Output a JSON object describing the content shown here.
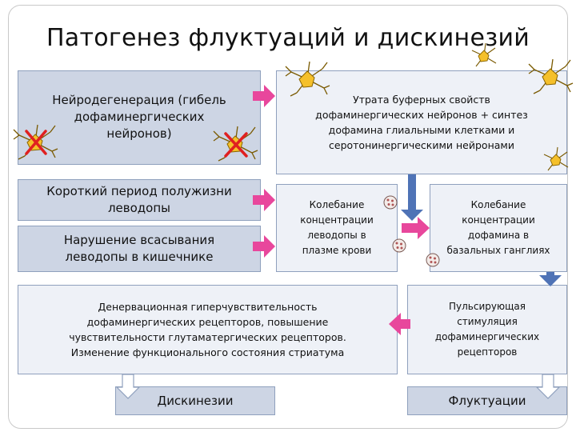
{
  "title": "Патогенез флуктуаций и дискинезий",
  "boxes": {
    "neurodegeneration": "Нейродегенерация (гибель\nдофаминергических\nнейронов)",
    "buffer_loss": "Утрата буферных свойств\nдофаминергических нейронов + синтез\nдофамина глиальными клетками и\nсеротонинергическими нейронами",
    "short_half_life": "Короткий период полужизни\nлеводопы",
    "absorption": "Нарушение всасывания\nлеводопы в кишечнике",
    "levodopa_fluct": "Колебание\nконцентрации\nлеводопы в\nплазме крови",
    "dopamine_fluct": "Колебание\nконцентрации\nдофамина в\nбазальных ганглиях",
    "denervation": "Денервационная гиперчувствительность\nдофаминергических рецепторов, повышение\nчувствительности глутаматергических рецепторов.\nИзменение функционального состояния стриатума",
    "pulsatile": "Пульсирующая\nстимуляция\nдофаминергических\nрецепторов",
    "dyskinesia": "Дискинезии",
    "fluctuations": "Флуктуации"
  },
  "colors": {
    "box_dark": "#cdd5e4",
    "box_light": "#eef1f7",
    "box_border": "#8fa0bd",
    "arrow_pink": "#e8479c",
    "arrow_blue": "#4f73b6",
    "neuron_yellow": "#f5c02a",
    "cross_red": "#e02020"
  },
  "icons": [
    "neuron-icon",
    "cross-icon",
    "pill-icon"
  ]
}
